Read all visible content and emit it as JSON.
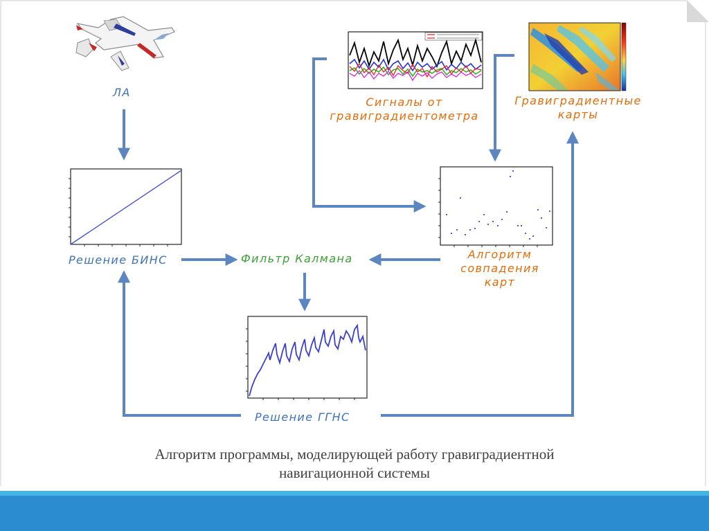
{
  "nodes": {
    "aircraft": "ЛА",
    "bins_solution": "Решение БИНС",
    "kalman_filter": "Фильтр Калмана",
    "signals_line1": "Сигналы от",
    "signals_line2": "гравиградиентометра",
    "maps_line1": "Гравиградиентные",
    "maps_line2": "карты",
    "match_line1": "Алгоритм",
    "match_line2": "совпадения",
    "match_line3": "карт",
    "ggns_solution": "Решение ГГНС"
  },
  "caption": {
    "line1": "Алгоритм программы, моделирующей работу гравиградиентной",
    "line2": "навигационной системы"
  },
  "colors": {
    "arrow": "#5b86c0",
    "label_blue": "#3e72b5",
    "label_green": "#3b9f34",
    "label_orange": "#e36c0a",
    "band_light": "#42b4e6",
    "band_dark": "#2b8dd0"
  },
  "icons": [
    "aircraft-icon"
  ]
}
